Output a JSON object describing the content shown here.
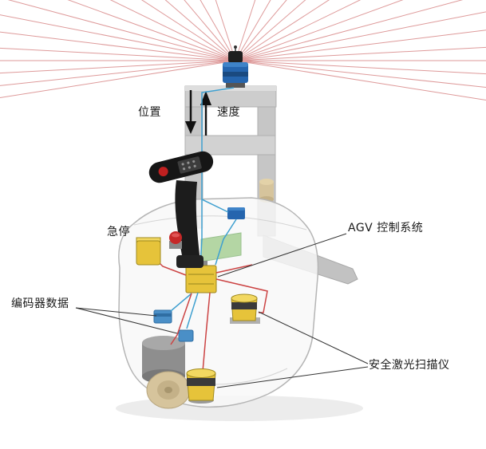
{
  "figure": {
    "type": "technical-illustration",
    "subject": "AGV pallet truck with navigation laser, control system and safety sensors"
  },
  "labels": {
    "position": "位置",
    "speed": "速度",
    "emergency_stop": "急停",
    "agv_control_system": "AGV 控制系统",
    "encoder_data": "编码器数据",
    "safety_laser_scanner": "安全激光扫描仪"
  },
  "colors": {
    "laser-ray": "#de9a9a",
    "scanner-blue": "#2565ae",
    "component-yellow": "#e6c33a",
    "component-yellow-light": "#f2d861",
    "wire-red": "#cc4444",
    "wire-blue": "#3fa0d0",
    "metal-gray": "#c9c9c9",
    "label-text": "#1a1a1a"
  }
}
